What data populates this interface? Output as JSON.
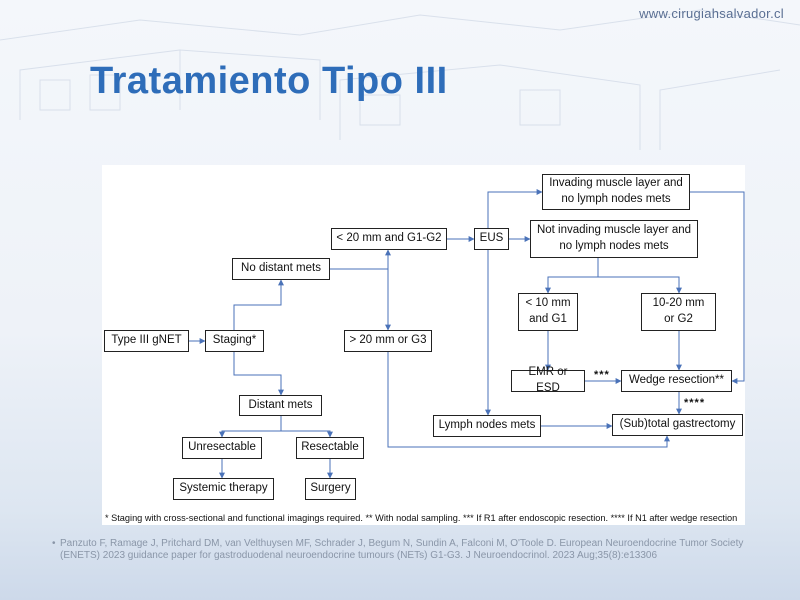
{
  "header": {
    "site_url": "www.cirugiahsalvador.cl",
    "title": "Tratamiento Tipo III"
  },
  "diagram": {
    "nodes": {
      "type3": "Type III gNET",
      "staging": "Staging*",
      "no_distant": "No distant mets",
      "distant": "Distant mets",
      "unresectable": "Unresectable",
      "resectable": "Resectable",
      "systemic": "Systemic therapy",
      "surgery": "Surgery",
      "lt20": "< 20 mm and G1-G2",
      "gt20": "> 20 mm or G3",
      "eus": "EUS",
      "invading_1": "Invading muscle layer and",
      "invading_2": "no lymph nodes mets",
      "not_invading_1": "Not invading muscle layer and",
      "not_invading_2": "no lymph nodes mets",
      "lt10_1": "< 10 mm",
      "lt10_2": "and G1",
      "mid_1": "10-20 mm",
      "mid_2": "or G2",
      "emr": "EMR or ESD",
      "wedge": "Wedge resection**",
      "lymph": "Lymph nodes mets",
      "gastrectomy": "(Sub)total gastrectomy"
    },
    "edge_labels": {
      "r1": "***",
      "n1": "****"
    },
    "footnote": "* Staging with cross-sectional and functional imagings required. ** With nodal sampling. *** If R1 after endoscopic resection. **** If N1 after wedge resection"
  },
  "reference": {
    "bullet": "•",
    "text": "Panzuto F, Ramage J, Pritchard DM, van Velthuysen MF, Schrader J, Begum N, Sundin A, Falconi M, O'Toole D. European Neuroendocrine Tumor Society (ENETS) 2023 guidance paper for gastroduodenal neuroendocrine tumours (NETs) G1-G3. J Neuroendocrinol. 2023 Aug;35(8):e13306"
  },
  "colors": {
    "title": "#2e6db9",
    "arrow": "#4a72b8",
    "box_border": "#222222"
  }
}
